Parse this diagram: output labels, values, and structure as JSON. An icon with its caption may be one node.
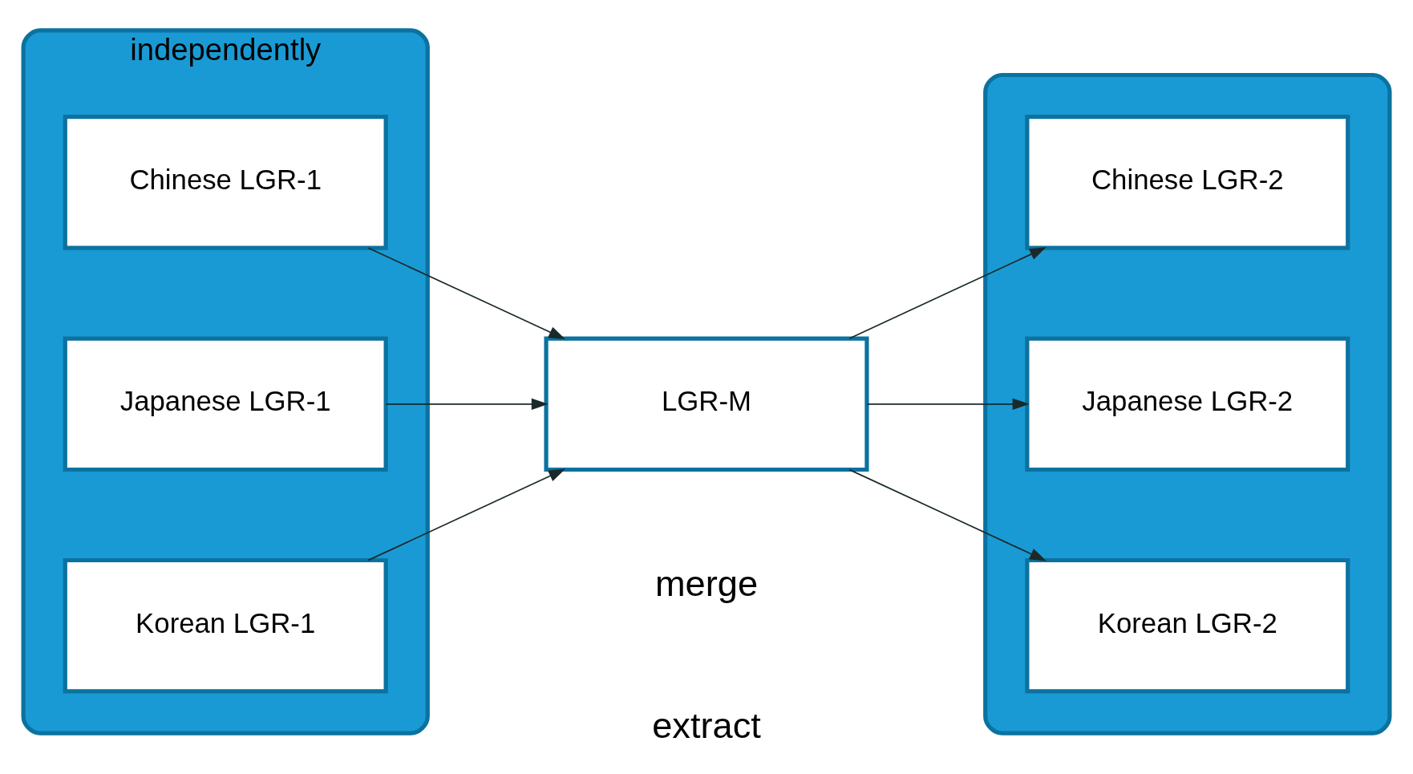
{
  "diagram": {
    "nodes": [
      {
        "text": [
          "independently"
        ]
      },
      {
        "text": [
          "Chinese LGR-1"
        ],
        "in": 0
      },
      {
        "text": [
          "Japanese LGR-1"
        ],
        "in": 0
      },
      {
        "text": [
          "Korean LGR-1"
        ],
        "in": 0
      },
      {
        "text": [
          "LGR-M"
        ]
      },
      {
        "text": [],
        "shape": "box"
      },
      {
        "text": [
          "Chinese LGR-2"
        ],
        "in": 5
      },
      {
        "text": [
          "Japanese LGR-2"
        ],
        "in": 5
      },
      {
        "text": [
          "Korean LGR-2"
        ],
        "in": 5
      }
    ],
    "edges": [
      {
        "from": 1,
        "to": 4,
        "arrow": "to"
      },
      {
        "from": 2,
        "to": 4,
        "arrow": "to"
      },
      {
        "from": 3,
        "to": 4,
        "arrow": "to"
      },
      {
        "from": 4,
        "to": 6,
        "arrow": "to"
      },
      {
        "from": 4,
        "to": 7,
        "arrow": "to"
      },
      {
        "from": 4,
        "to": 8,
        "arrow": "to"
      }
    ],
    "labels": [
      "merge",
      "extract"
    ]
  }
}
